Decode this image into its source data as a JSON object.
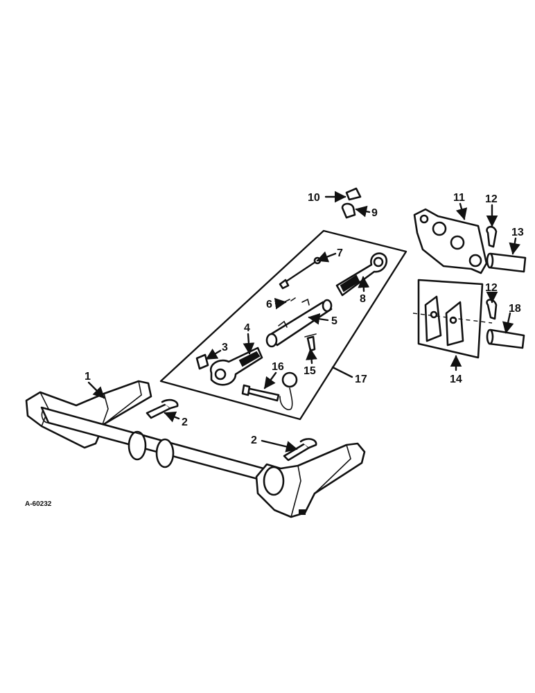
{
  "figure_code": "A-60232",
  "callouts": {
    "c1": "1",
    "c2a": "2",
    "c2b": "2",
    "c3": "3",
    "c4": "4",
    "c5": "5",
    "c6": "6",
    "c7": "7",
    "c8": "8",
    "c9": "9",
    "c10": "10",
    "c11": "11",
    "c12a": "12",
    "c12b": "12",
    "c13": "13",
    "c14": "14",
    "c15": "15",
    "c16": "16",
    "c17": "17",
    "c18": "18"
  },
  "colors": {
    "ink": "#111111",
    "paper": "#ffffff"
  }
}
